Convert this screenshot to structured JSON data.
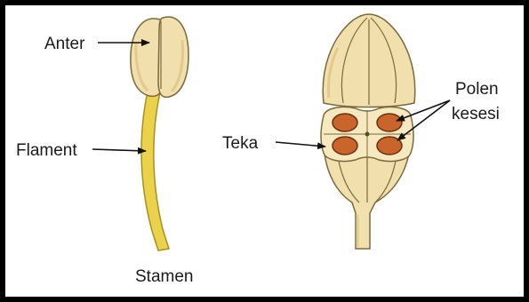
{
  "labels": {
    "anther": "Anter",
    "filament": "Flament",
    "stamen": "Stamen",
    "theca": "Teka",
    "pollen_sac": [
      "Polen",
      "kesesi"
    ]
  },
  "colors": {
    "frame": "#000000",
    "background": "#ffffff",
    "anther_fill": "#f2dfae",
    "anther_shadow": "#e2c98c",
    "outline": "#7a6a3a",
    "filament_fill": "#ead24a",
    "filament_edge": "#a89020",
    "pollen_fill": "#c9642a",
    "pollen_edge": "#6a2f10",
    "arrow": "#111111"
  }
}
